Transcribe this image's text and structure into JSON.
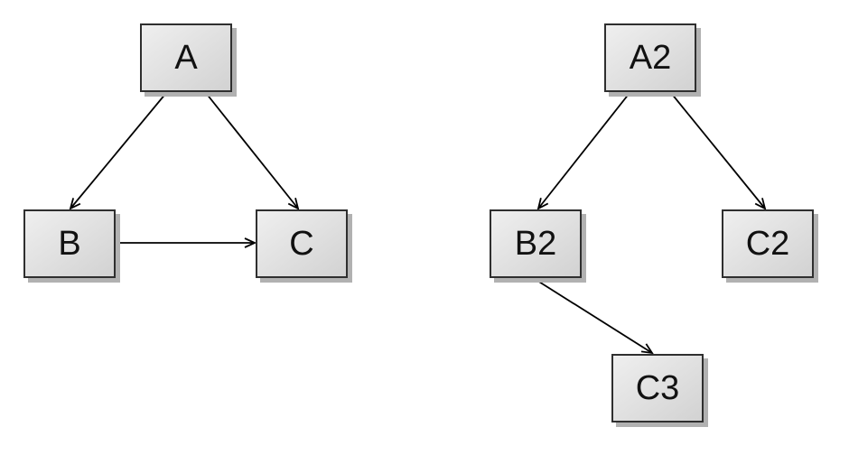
{
  "canvas": {
    "background": "#ffffff"
  },
  "style": {
    "node_fill_top": "#efefef",
    "node_fill_bottom": "#d2d2d2",
    "node_border": "#2f2f2f",
    "node_shadow": "#b1b1b1",
    "edge_color": "#000000",
    "text_color": "#111111"
  },
  "diagrams": [
    {
      "id": "left-graph",
      "nodes": [
        {
          "id": "A",
          "label": "A"
        },
        {
          "id": "B",
          "label": "B"
        },
        {
          "id": "C",
          "label": "C"
        }
      ],
      "edges": [
        {
          "from": "A",
          "to": "B"
        },
        {
          "from": "A",
          "to": "C"
        },
        {
          "from": "B",
          "to": "C"
        }
      ]
    },
    {
      "id": "right-graph",
      "nodes": [
        {
          "id": "A2",
          "label": "A2"
        },
        {
          "id": "B2",
          "label": "B2"
        },
        {
          "id": "C2",
          "label": "C2"
        },
        {
          "id": "C3",
          "label": "C3"
        }
      ],
      "edges": [
        {
          "from": "A2",
          "to": "B2"
        },
        {
          "from": "A2",
          "to": "C2"
        },
        {
          "from": "B2",
          "to": "C3"
        }
      ]
    }
  ]
}
